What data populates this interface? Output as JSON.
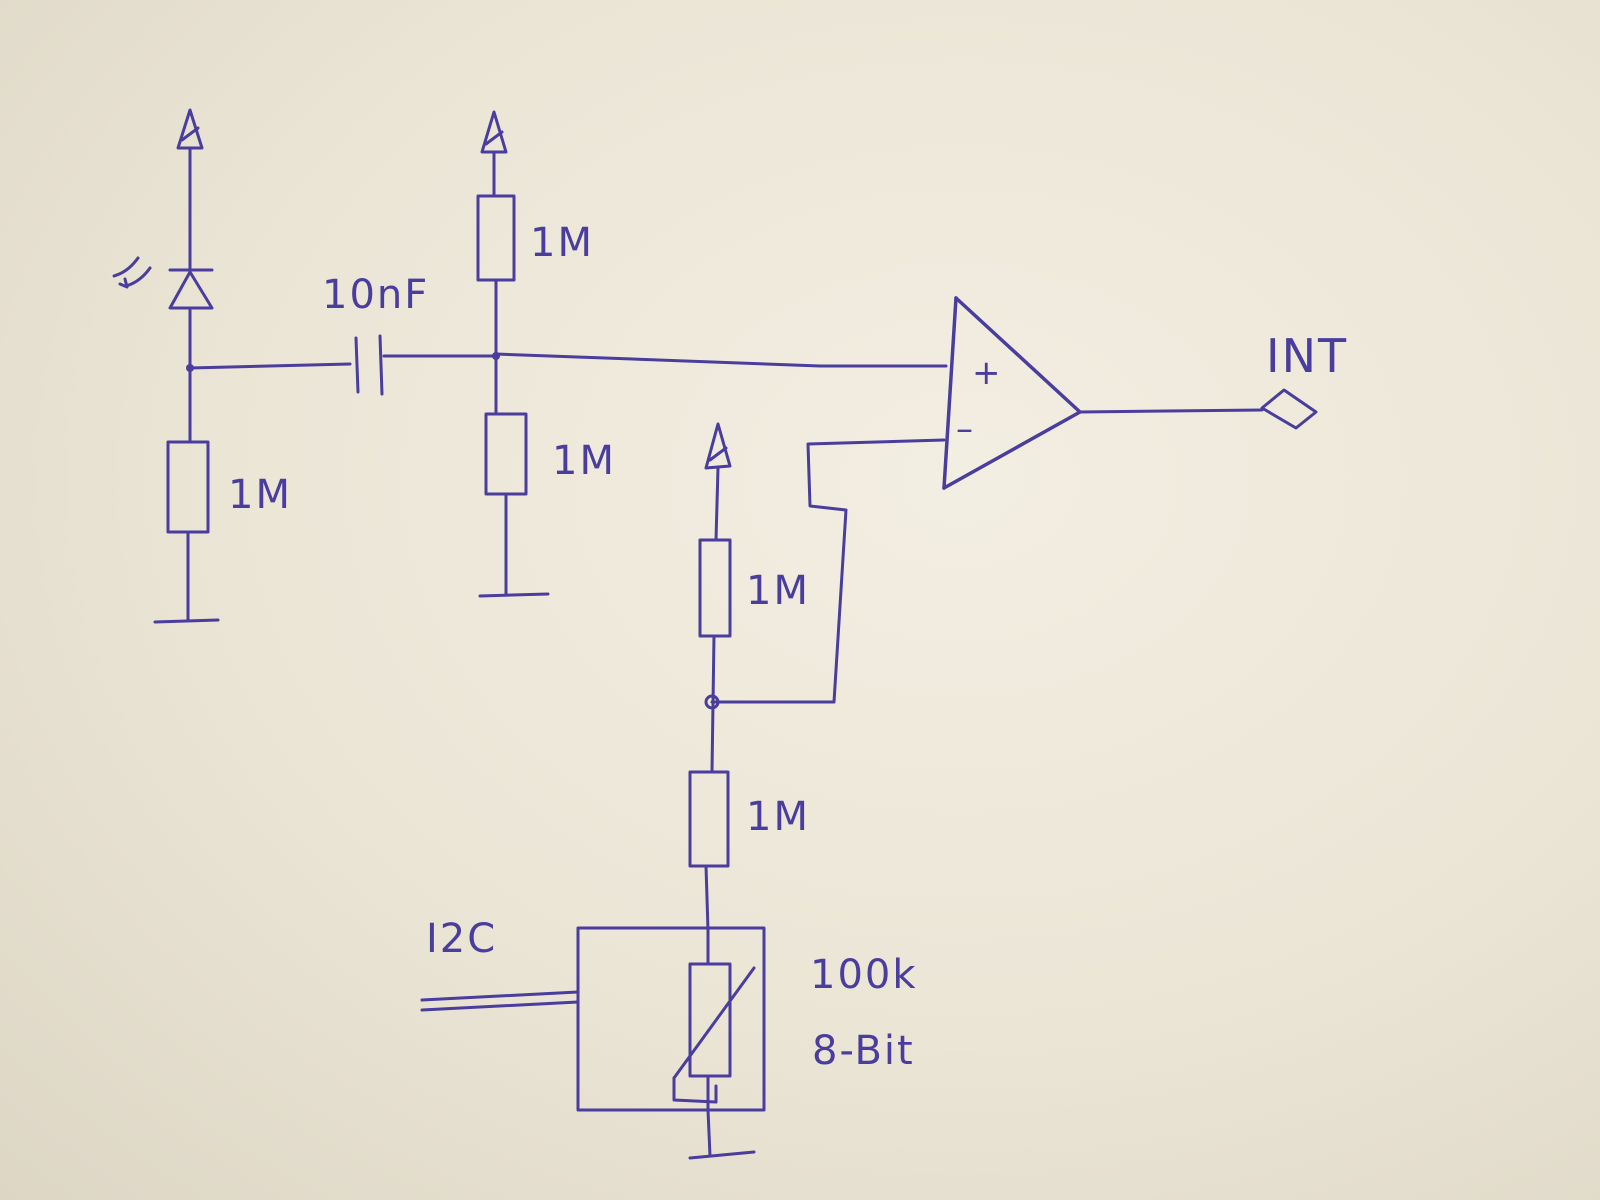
{
  "labels": {
    "r_photodiode": "1M",
    "capacitor": "10nF",
    "r_bias_top": "1M",
    "r_bias_bottom": "1M",
    "r_ref_top": "1M",
    "r_ref_bottom": "1M",
    "output": "INT",
    "bus": "I2C",
    "pot_value": "100k",
    "pot_resolution": "8-Bit",
    "opamp_plus": "+",
    "opamp_minus": "–"
  },
  "colors": {
    "ink": "#4a3d9e",
    "paper": "#f1ecdf"
  },
  "icons": [
    "supply-arrow-icon",
    "photodiode-icon",
    "ground-icon",
    "capacitor-icon",
    "resistor-icon",
    "opamp-icon",
    "output-pin-icon",
    "digital-potentiometer-icon"
  ]
}
